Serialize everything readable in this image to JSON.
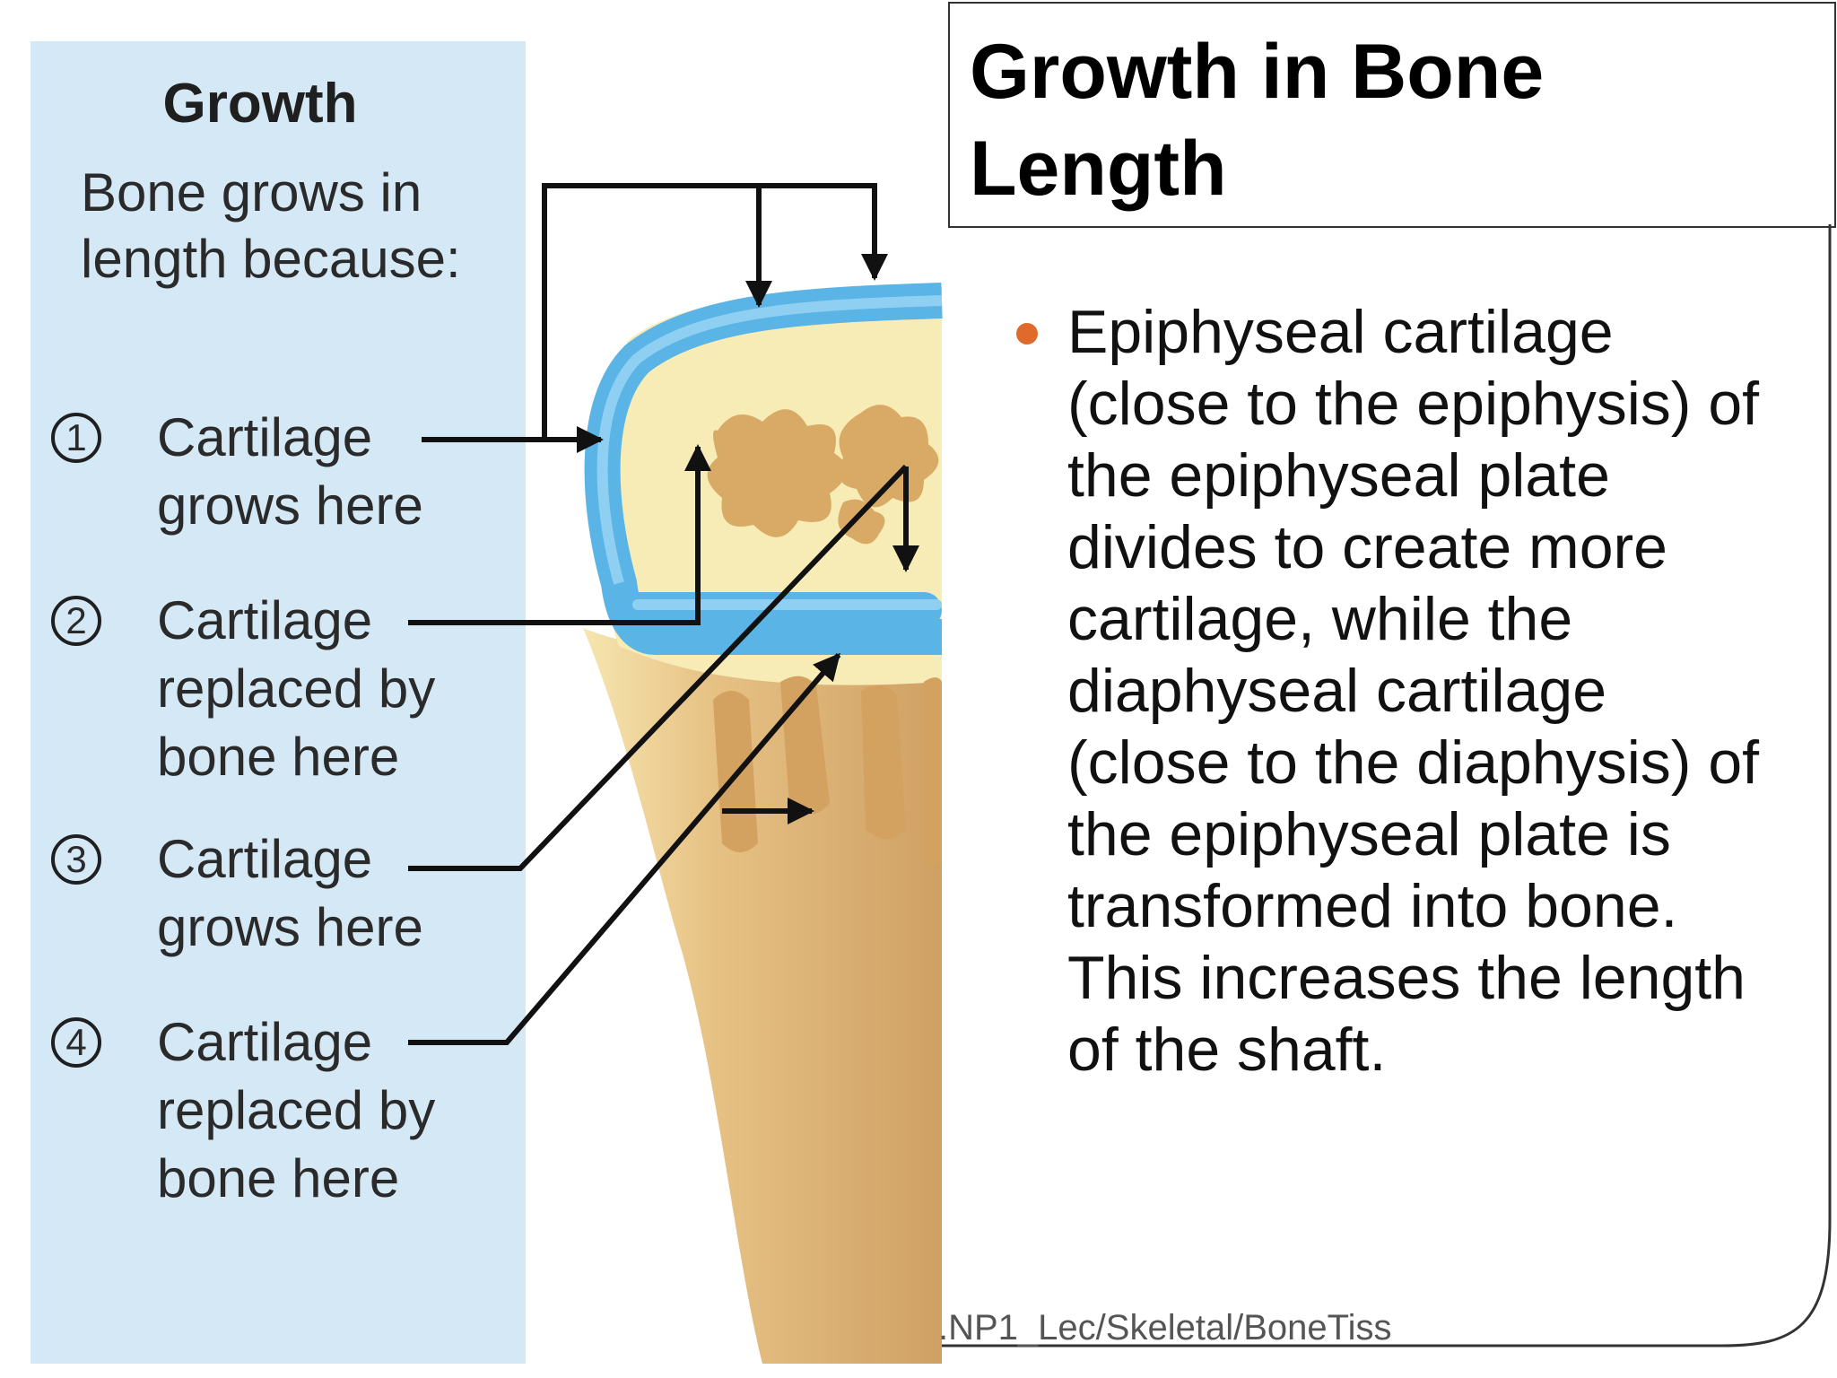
{
  "diagram": {
    "panel_title": "Growth",
    "panel_intro": "Bone grows in length because:",
    "steps": [
      {
        "num": "1",
        "label": "Cartilage grows here"
      },
      {
        "num": "2",
        "label": "Cartilage replaced by bone here"
      },
      {
        "num": "3",
        "label": "Cartilage grows here"
      },
      {
        "num": "4",
        "label": "Cartilage replaced by bone here"
      }
    ],
    "colors": {
      "panel_bg": "#d4e8f6",
      "cartilage": "#5ab4e6",
      "bone_light": "#f8ecb6",
      "bone_dark": "#d4a260",
      "arrow": "#111111"
    }
  },
  "slide": {
    "title": "Growth in Bone Length",
    "bullet": "Epiphyseal cartilage (close to the epiphysis) of the epiphyseal plate divides to create more cartilage, while the diaphyseal cartilage (close to the diaphysis) of the epiphyseal plate is transformed into bone.  This increases the length of the shaft.",
    "bullet_color": "#e06a2b",
    "footer": ".NP1_Lec/Skeletal/BoneTiss"
  }
}
